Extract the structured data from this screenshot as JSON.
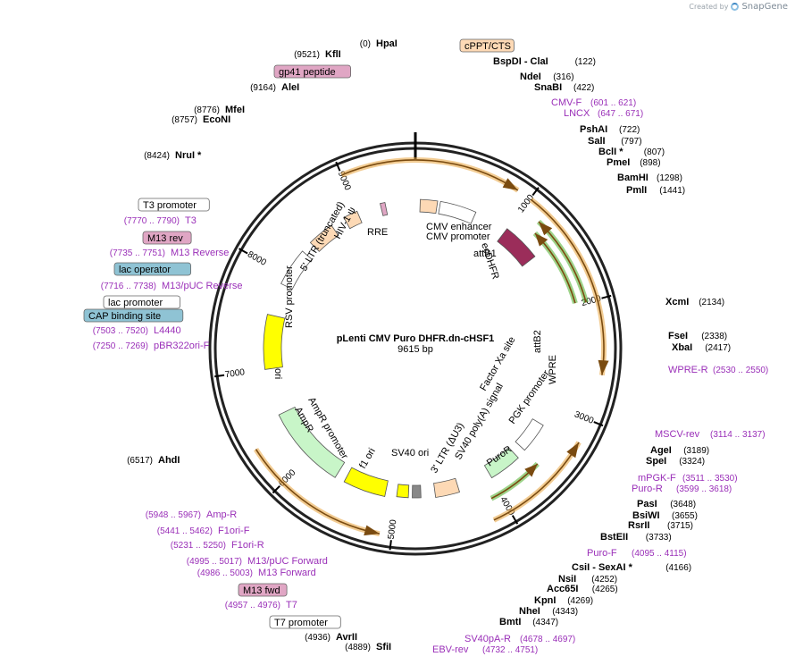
{
  "brand": {
    "created_by": "Created by",
    "name": "SnapGene"
  },
  "plasmid": {
    "name": "pLenti CMV Puro DHFR.dn-cHSF1",
    "length": "9615 bp"
  },
  "ticks": [
    "1000",
    "2000",
    "3000",
    "4000",
    "5000",
    "6000",
    "7000",
    "8000",
    "9000"
  ],
  "sites": [
    {
      "pos": "(0)",
      "name": "HpaI"
    },
    {
      "pos": "(9521)",
      "name": "KflI"
    },
    {
      "pos": "(9164)",
      "name": "AleI"
    },
    {
      "pos": "(8776)",
      "name": "MfeI"
    },
    {
      "pos": "(8757)",
      "name": "EcoNI"
    },
    {
      "pos": "(8424)",
      "name": "NruI *"
    },
    {
      "pos": "(122)",
      "name": "BspDI - ClaI"
    },
    {
      "pos": "(316)",
      "name": "NdeI"
    },
    {
      "pos": "(422)",
      "name": "SnaBI"
    },
    {
      "pos": "(722)",
      "name": "PshAI"
    },
    {
      "pos": "(797)",
      "name": "SalI"
    },
    {
      "pos": "(807)",
      "name": "BclI *"
    },
    {
      "pos": "(898)",
      "name": "PmeI"
    },
    {
      "pos": "(1298)",
      "name": "BamHI"
    },
    {
      "pos": "(1441)",
      "name": "PmlI"
    },
    {
      "pos": "(2134)",
      "name": "XcmI"
    },
    {
      "pos": "(2338)",
      "name": "FseI"
    },
    {
      "pos": "(2417)",
      "name": "XbaI"
    },
    {
      "pos": "(3189)",
      "name": "AgeI"
    },
    {
      "pos": "(3324)",
      "name": "SpeI"
    },
    {
      "pos": "(3648)",
      "name": "PasI"
    },
    {
      "pos": "(3655)",
      "name": "BsiWI"
    },
    {
      "pos": "(3715)",
      "name": "RsrII"
    },
    {
      "pos": "(3733)",
      "name": "BstEII"
    },
    {
      "pos": "(4166)",
      "name": "CsiI - SexAI *"
    },
    {
      "pos": "(4252)",
      "name": "NsiI"
    },
    {
      "pos": "(4265)",
      "name": "Acc65I"
    },
    {
      "pos": "(4269)",
      "name": "KpnI"
    },
    {
      "pos": "(4343)",
      "name": "NheI"
    },
    {
      "pos": "(4347)",
      "name": "BmtI"
    },
    {
      "pos": "(4889)",
      "name": "SfiI"
    },
    {
      "pos": "(4936)",
      "name": "AvrII"
    },
    {
      "pos": "(6517)",
      "name": "AhdI"
    }
  ],
  "primers": [
    {
      "name": "CMV-F",
      "range": "(601 .. 621)"
    },
    {
      "name": "LNCX",
      "range": "(647 .. 671)"
    },
    {
      "name": "WPRE-R",
      "range": "(2530 .. 2550)"
    },
    {
      "name": "MSCV-rev",
      "range": "(3114 .. 3137)"
    },
    {
      "name": "mPGK-F",
      "range": "(3511 .. 3530)"
    },
    {
      "name": "Puro-R",
      "range": "(3599 .. 3618)"
    },
    {
      "name": "Puro-F",
      "range": "(4095 .. 4115)"
    },
    {
      "name": "SV40pA-R",
      "range": "(4678 .. 4697)"
    },
    {
      "name": "EBV-rev",
      "range": "(4732 .. 4751)"
    },
    {
      "name": "T7",
      "range": "(4957 .. 4976)"
    },
    {
      "name": "M13 Forward",
      "range": "(4986 .. 5003)"
    },
    {
      "name": "M13/pUC Forward",
      "range": "(4995 .. 5017)"
    },
    {
      "name": "F1ori-R",
      "range": "(5231 .. 5250)"
    },
    {
      "name": "F1ori-F",
      "range": "(5441 .. 5462)"
    },
    {
      "name": "Amp-R",
      "range": "(5948 .. 5967)"
    },
    {
      "name": "pBR322ori-F",
      "range": "(7250 .. 7269)"
    },
    {
      "name": "L4440",
      "range": "(7503 .. 7520)"
    },
    {
      "name": "M13/pUC Reverse",
      "range": "(7716 .. 7738)"
    },
    {
      "name": "M13 Reverse",
      "range": "(7735 .. 7751)"
    },
    {
      "name": "T3",
      "range": "(7770 .. 7790)"
    }
  ],
  "boxed_labels": [
    {
      "text": "cPPT/CTS"
    },
    {
      "text": "gp41 peptide"
    },
    {
      "text": "T3 promoter"
    },
    {
      "text": "M13 rev"
    },
    {
      "text": "lac operator"
    },
    {
      "text": "lac promoter"
    },
    {
      "text": "CAP binding site"
    },
    {
      "text": "M13 fwd"
    },
    {
      "text": "T7 promoter"
    }
  ],
  "features": [
    "CMV enhancer",
    "CMV promoter",
    "RRE",
    "HIV-1 ψ",
    "5' LTR (truncated)",
    "RSV promoter",
    "ecDHFR",
    "attB1",
    "attB2",
    "Factor Xa site",
    "WPRE",
    "PGK promoter",
    "PuroR",
    "SV40 poly(A) signal",
    "3' LTR (ΔU3)",
    "SV40 ori",
    "f1 ori",
    "AmpR promoter",
    "AmpR",
    "ori"
  ],
  "colors": {
    "primer": "#9a2fb8",
    "orf": "#e8a23a",
    "green": "#4caf2a",
    "dhfr": "#9b2d5a",
    "ori": "#ffff00",
    "ampr": "#c8f5c8",
    "ltr": "#fdd9b5",
    "rre": "#fdd9b5",
    "backbone": "#222222"
  }
}
